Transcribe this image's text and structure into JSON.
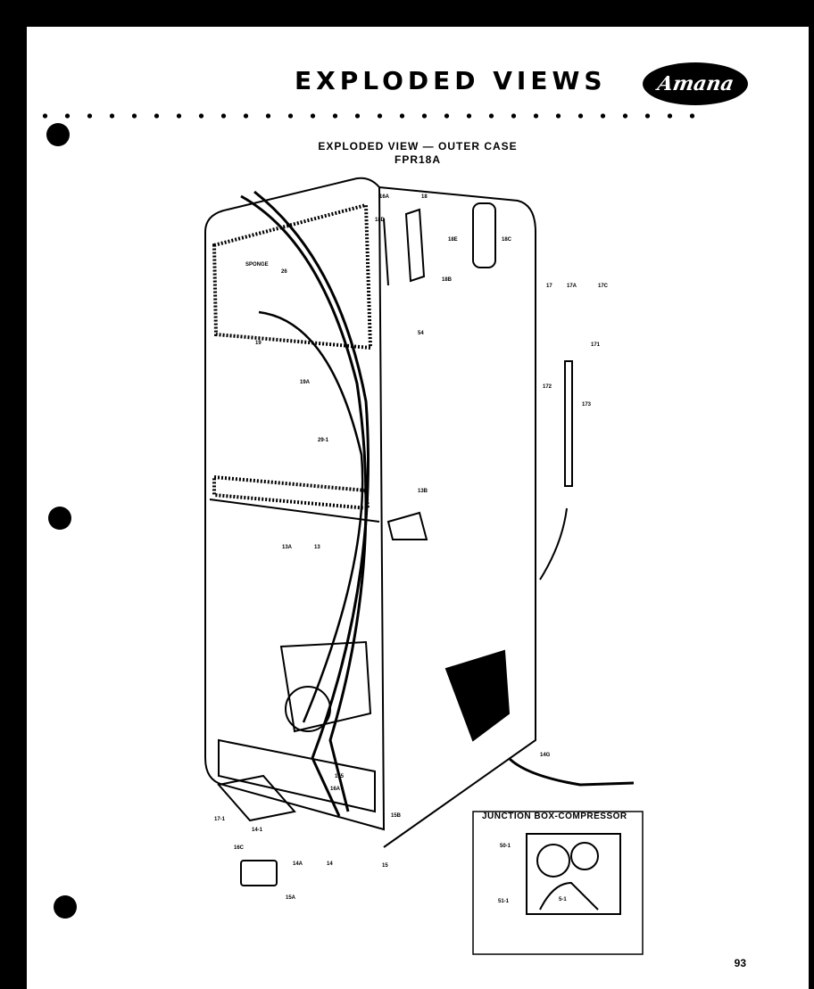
{
  "header": {
    "title": "EXPLODED VIEWS",
    "brand": "Amana"
  },
  "diagram": {
    "title": "EXPLODED VIEW — OUTER CASE",
    "model": "FPR18A"
  },
  "junction_box": {
    "title": "JUNCTION BOX-COMPRESSOR"
  },
  "part_labels": {
    "p16a_top": "16A",
    "p18": "18",
    "p18e": "18E",
    "p18d": "18D",
    "p18b": "18B",
    "p18c": "18C",
    "sponge": "SPONGE",
    "p26": "26",
    "p17": "17",
    "p17a": "17A",
    "p17c": "17C",
    "p171": "171",
    "p172": "172",
    "p173": "173",
    "p54": "54",
    "p19": "19",
    "p19a": "19A",
    "p29": "29-1",
    "p13b": "13B",
    "p13a": "13A",
    "p13": "13",
    "p14g": "14G",
    "p155": "155",
    "p16a_bottom": "16A",
    "p17_1": "17-1",
    "p14_1": "14-1",
    "p16c": "16C",
    "p14a": "14A",
    "p14": "14",
    "p15": "15",
    "p15b": "15B",
    "p15a": "15A",
    "p50": "50-1",
    "p51": "51-1",
    "p52": "5-1"
  },
  "page_number": "93"
}
